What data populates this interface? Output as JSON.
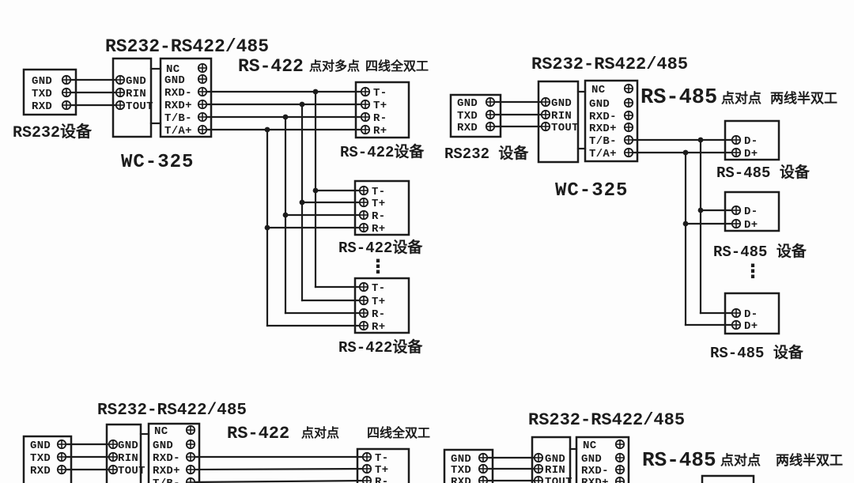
{
  "colors": {
    "ink": "#1c1c1c",
    "background": "#fdfdfd"
  },
  "shared": {
    "rs232_pins": [
      "GND",
      "TXD",
      "RXD"
    ],
    "converter_pins": [
      "GND",
      "RIN",
      "TOUT"
    ],
    "terminal_pins": [
      "NC",
      "GND",
      "RXD-",
      "RXD+",
      "T/B-",
      "T/A+"
    ],
    "rs422_device_pins": [
      "T-",
      "T+",
      "R-",
      "R+"
    ],
    "rs485_device_pins": [
      "D-",
      "D+"
    ],
    "ellipsis": "⋮"
  },
  "top_left": {
    "title": "RS232-RS422/485",
    "heading": {
      "latin": "RS-422",
      "mode": "点对多点",
      "duplex": "四线全双工"
    },
    "rs232_label": "RS232设备",
    "converter_label": "WC-325",
    "device_label": "RS-422设备"
  },
  "top_right": {
    "title": "RS232-RS422/485",
    "heading": {
      "latin": "RS-485",
      "mode": "点对点",
      "duplex": "两线半双工"
    },
    "rs232_label": "RS232 设备",
    "converter_label": "WC-325",
    "device_label": "RS-485 设备"
  },
  "bottom_left": {
    "title": "RS232-RS422/485",
    "heading": {
      "latin": "RS-422",
      "mode": "点对点",
      "duplex": "四线全双工"
    }
  },
  "bottom_right": {
    "title": "RS232-RS422/485",
    "heading": {
      "latin": "RS-485",
      "mode": "点对点",
      "duplex": "两线半双工"
    }
  }
}
